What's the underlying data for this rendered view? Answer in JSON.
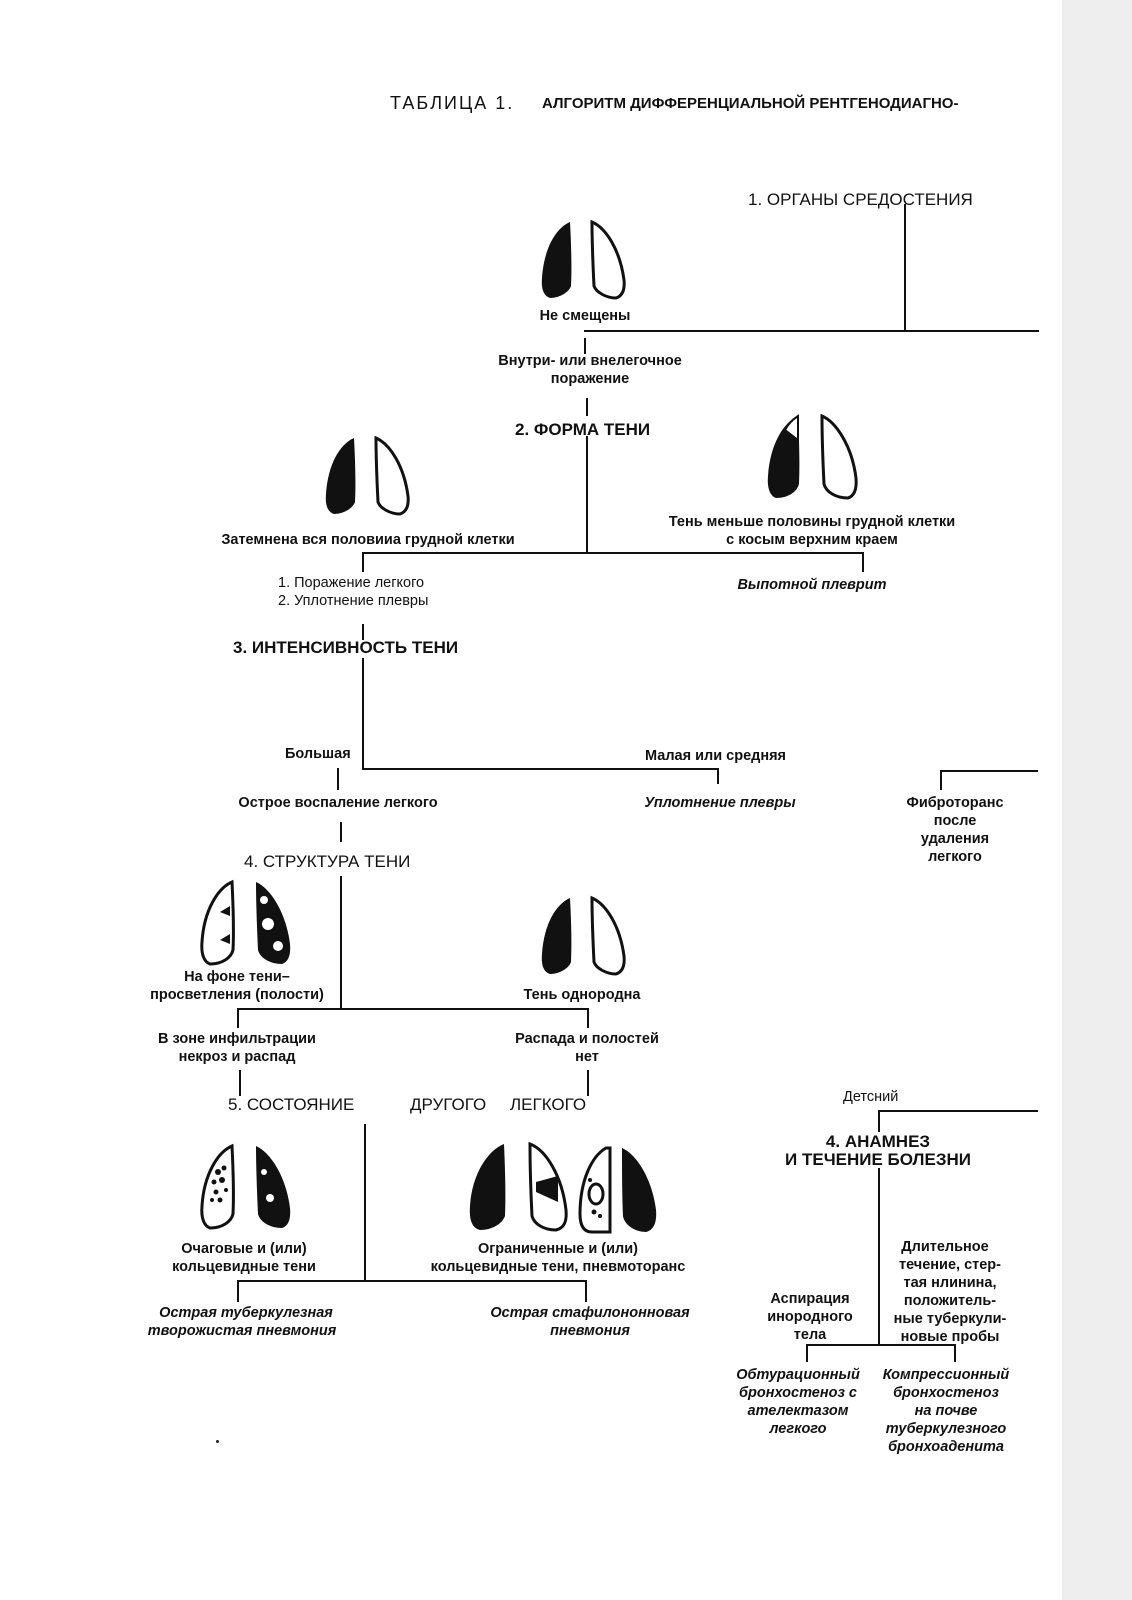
{
  "title": {
    "prefix": "ТАБЛИЦА 1.",
    "main": "АЛГОРИТМ ДИФФЕРЕНЦИАЛЬНОЙ РЕНТГЕНОДИАГНО-"
  },
  "headings": {
    "h1": "1. ОРГАНЫ СРЕДОСТЕНИЯ",
    "h2": "2. ФОРМА ТЕНИ",
    "h3": "3. ИНТЕНСИВНОСТЬ ТЕНИ",
    "h4": "4. СТРУКТУРА ТЕНИ",
    "h5_a": "5. СОСТОЯНИЕ",
    "h5_b": "ДРУГОГО",
    "h5_c": "ЛЕГКОГО",
    "h4b_line1": "4. АНАМНЕЗ",
    "h4b_line2": "И ТЕЧЕНИЕ БОЛЕЗНИ"
  },
  "nodes": {
    "not_shifted": "Не смещены",
    "intra_extra": [
      "Внутри- или внелегочное",
      "поражение"
    ],
    "whole_half": "Затемнена вся половииа грудной клетки",
    "less_half": [
      "Тень меньше половины грудной клетки",
      "с косым верхним краем"
    ],
    "lung_damage": [
      "1. Поражение легкого",
      "2. Уплотнение плевры"
    ],
    "effusion": "Выпотной плеврит",
    "large": "Большая",
    "small_medium": "Малая или средняя",
    "acute_pneumonia": "Острое воспаление легкого",
    "pleural_thickening": "Уплотнение плевры",
    "fibrothorax": [
      "Фиброторанс",
      "после",
      "удаления",
      "легкого"
    ],
    "cavities": [
      "На фоне тени–",
      "просветления (полости)"
    ],
    "homogeneous": "Тень однородна",
    "necrosis": [
      "В зоне инфильтрации",
      "некроз и распад"
    ],
    "no_cavities": [
      "Распада и полостей",
      "нет"
    ],
    "focal": [
      "Очаговые и (или)",
      "кольцевидные тени"
    ],
    "limited": [
      "Ограниченные и (или)",
      "кольцевидные тени, пневмоторанс"
    ],
    "caseous": [
      "Острая туберкулезная",
      "творожистая   пневмония"
    ],
    "staph": [
      "Острая стафилононновая",
      "пневмония"
    ],
    "childhood": "Детсний",
    "aspiration": [
      "Аспирация",
      "инородного",
      "тела"
    ],
    "long_course": [
      "Длительное",
      "течение, стер-",
      "тая нлинина,",
      "положитель-",
      "ные туберкули-",
      "новые пробы"
    ],
    "obturation": [
      "Обтурационный",
      "бронхостеноз с",
      "ателектазом",
      "легкого"
    ],
    "compression": [
      "Компрессионный",
      "бронхостеноз",
      "на почве",
      "туберкулезного",
      "бронхоаденита"
    ]
  }
}
